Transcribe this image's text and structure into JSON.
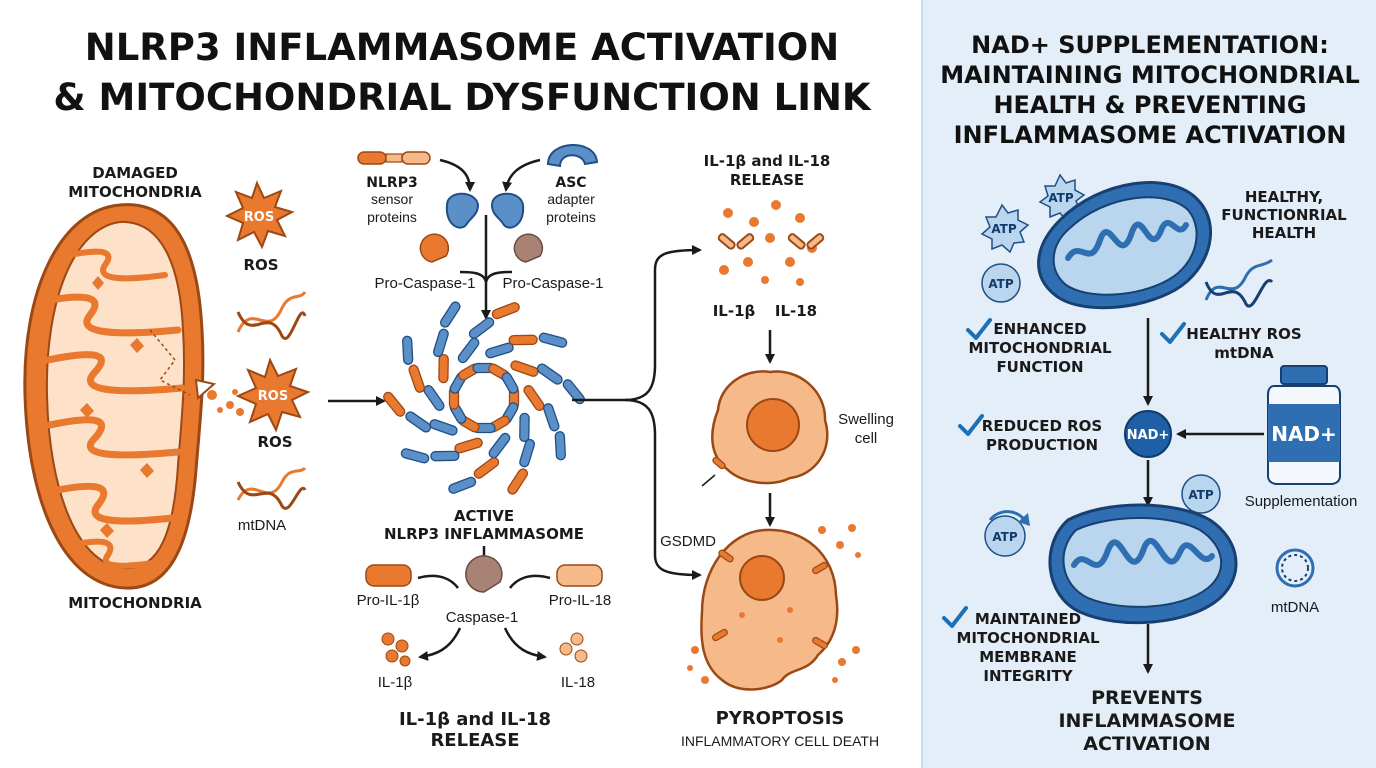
{
  "colors": {
    "orange": "#e8792f",
    "orange_light": "#f6b98a",
    "orange_pale": "#fde1c8",
    "blue": "#2f6fb1",
    "blue_light": "#b9d6ee",
    "panel_bg": "#e3eef8",
    "dark": "#1a1a1a",
    "check": "#1f6fb3",
    "mauve": "#a98276"
  },
  "icons": [
    "ros-burst-icon",
    "dna-icon",
    "check-icon",
    "atp-badge-icon",
    "supplement-bottle-icon",
    "circular-dna-icon"
  ],
  "left": {
    "title_line1": "NLRP3 INFLAMMASOME ACTIVATION",
    "title_line2": "& MITOCHONDRIAL DYSFUNCTION LINK",
    "damaged_line1": "DAMAGED",
    "damaged_line2": "MITOCHONDRIA",
    "mito_label": "MITOCHONDRIA",
    "ros_burst": "ROS",
    "ros_label": "ROS",
    "mtdna_label": "mtDNA",
    "nlrp3_line1": "NLRP3",
    "nlrp3_line2": "sensor",
    "nlrp3_line3": "proteins",
    "asc_line1": "ASC",
    "asc_line2": "adapter",
    "asc_line3": "proteins",
    "procasp": "Pro-Caspase-1",
    "active_line1": "ACTIVE",
    "active_line2": "NLRP3 INFLAMMASOME",
    "pro_il1b": "Pro-IL-1β",
    "pro_il18": "Pro-IL-18",
    "caspase1": "Caspase-1",
    "il1b": "IL-1β",
    "il18": "IL-18",
    "release_line1": "IL-1β and IL-18",
    "release_line2": "RELEASE",
    "top_release_line1": "IL-1β and IL-18",
    "top_release_line2": "RELEASE",
    "top_il1b": "IL-1β",
    "top_il18": "IL-18",
    "swelling_line1": "Swelling",
    "swelling_line2": "cell",
    "gsdmd": "GSDMD",
    "pyroptosis": "PYROPTOSIS",
    "pyroptosis_sub": "INFLAMMATORY CELL DEATH"
  },
  "right": {
    "title_line1": "NAD+ SUPPLEMENTATION:",
    "title_line2": "MAINTAINING MITOCHONDRIAL",
    "title_line3": "HEALTH & PREVENTING",
    "title_line4": "INFLAMMASOME ACTIVATION",
    "atp": "ATP",
    "healthy_line1": "HEALTHY,",
    "healthy_line2": "FUNCTIONRIAL",
    "healthy_line3": "HEALTH",
    "enhanced_line1": "ENHANCED",
    "enhanced_line2": "MITOCHONDRIAL",
    "enhanced_line3": "FUNCTION",
    "healthy_ros_line1": "HEALTHY ROS",
    "healthy_ros_line2": "mtDNA",
    "reduced_line1": "REDUCED ROS",
    "reduced_line2": "PRODUCTION",
    "nad_node": "NAD+",
    "bottle_label": "NAD+",
    "supplementation": "Supplementation",
    "mtdna": "mtDNA",
    "maintained_line1": "MAINTAINED",
    "maintained_line2": "MITOCHONDRIAL",
    "maintained_line3": "MEMBRANE",
    "maintained_line4": "INTEGRITY",
    "prevents_line1": "PREVENTS",
    "prevents_line2": "INFLAMMASOME",
    "prevents_line3": "ACTIVATION"
  }
}
